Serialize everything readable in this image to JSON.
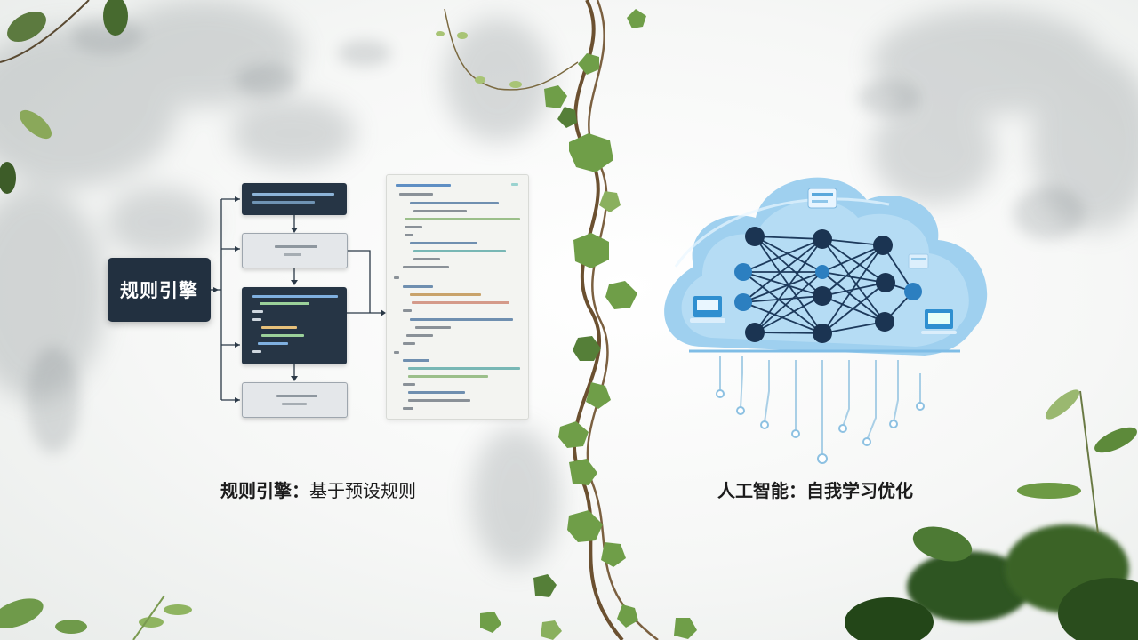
{
  "left": {
    "engine_label": "规则引擎",
    "caption_bold": "规则引擎：",
    "caption_rest": "基于预设规则"
  },
  "right": {
    "caption": "人工智能：自我学习优化"
  },
  "colors": {
    "dark_box": "#223040",
    "cloud_light": "#cfe6f6",
    "cloud_dark": "#6fb6e4",
    "node": "#1d3a5c",
    "leaf": "#5f9a4a"
  },
  "icons": [
    "flowchart-icon",
    "code-document-icon",
    "ivy-vine-icon",
    "ai-cloud-icon",
    "neural-network-icon",
    "circuit-traces-icon"
  ]
}
